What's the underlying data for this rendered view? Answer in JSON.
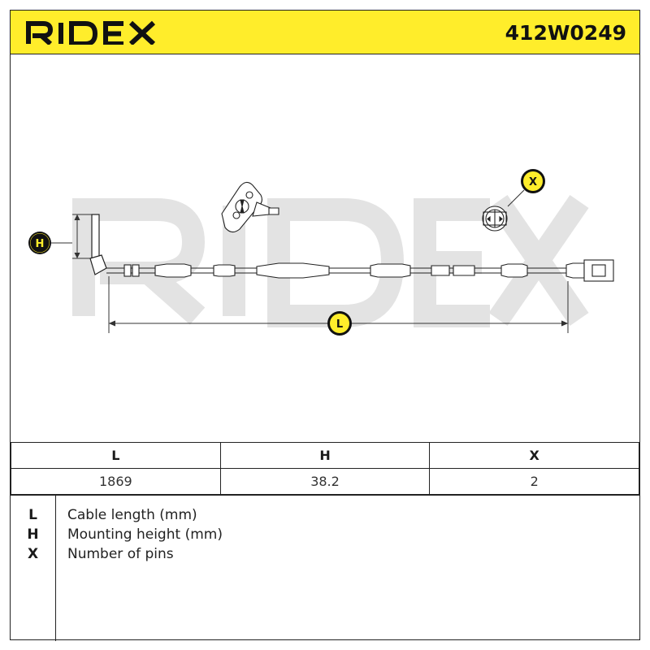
{
  "header": {
    "brand": "RIDEX",
    "part_number": "412W0249",
    "background_color": "#ffed2b"
  },
  "drawing": {
    "watermark": "RIDEX",
    "callouts": {
      "height": "H",
      "length": "L",
      "pins": "X"
    }
  },
  "table": {
    "headers": [
      "L",
      "H",
      "X"
    ],
    "values": [
      "1869",
      "38.2",
      "2"
    ]
  },
  "legend": [
    {
      "key": "L",
      "description": "Cable length (mm)"
    },
    {
      "key": "H",
      "description": "Mounting height (mm)"
    },
    {
      "key": "X",
      "description": "Number of pins"
    }
  ]
}
